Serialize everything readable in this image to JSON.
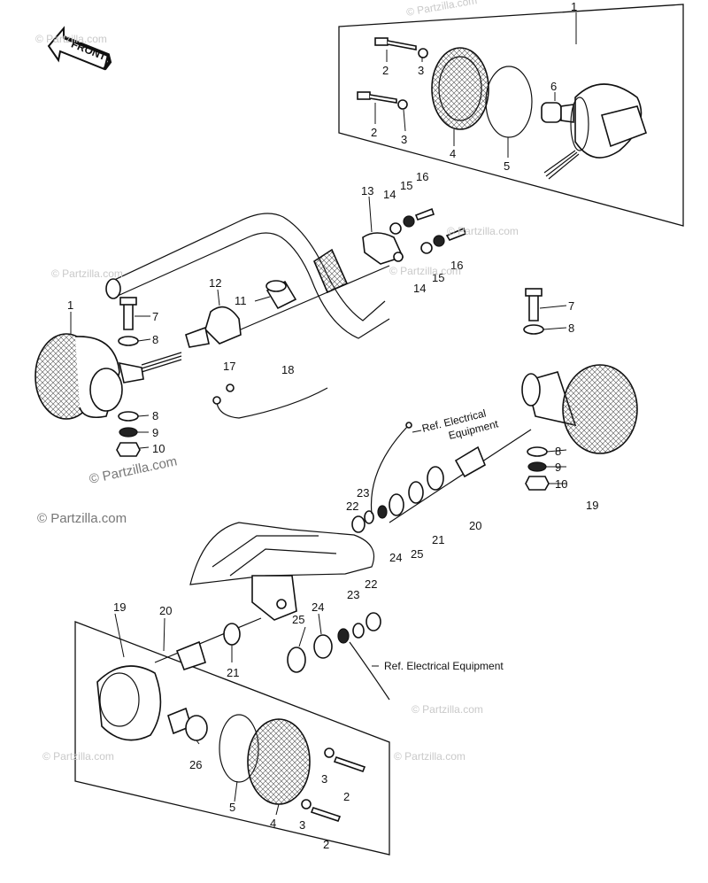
{
  "front_arrow": {
    "label": "FRONT"
  },
  "watermarks": {
    "main": "© Partzilla.com",
    "faint": "© Partzilla.com"
  },
  "references": {
    "ref_top_line1": "Ref. Electrical",
    "ref_top_line2": "Equipment",
    "ref_bottom": "Ref. Electrical Equipment"
  },
  "callouts": {
    "c1_top": "1",
    "c2_top_a": "2",
    "c3_top_a": "3",
    "c6": "6",
    "c2_top_b": "2",
    "c3_top_b": "3",
    "c4_top": "4",
    "c5_top": "5",
    "c13": "13",
    "c14_a": "14",
    "c15_a": "15",
    "c16_a": "16",
    "c16_b": "16",
    "c15_b": "15",
    "c14_b": "14",
    "c11": "11",
    "c12": "12",
    "c1_left": "1",
    "c7_left": "7",
    "c8_left_a": "8",
    "c17": "17",
    "c18": "18",
    "c8_left_b": "8",
    "c9_left": "9",
    "c10_left": "10",
    "c7_right": "7",
    "c8_right_a": "8",
    "c8_right_b": "8",
    "c9_right": "9",
    "c10_right": "10",
    "c19_right": "19",
    "c23_up": "23",
    "c22_up": "22",
    "c24_up": "24",
    "c25_up": "25",
    "c21_up": "21",
    "c20_up": "20",
    "c19_low": "19",
    "c20_low": "20",
    "c21_low": "21",
    "c25_low": "25",
    "c24_low": "24",
    "c23_low": "23",
    "c22_low": "22",
    "c26": "26",
    "c3_low_a": "3",
    "c2_low_a": "2",
    "c5_low": "5",
    "c4_low": "4",
    "c3_low_b": "3",
    "c2_low_b": "2"
  }
}
